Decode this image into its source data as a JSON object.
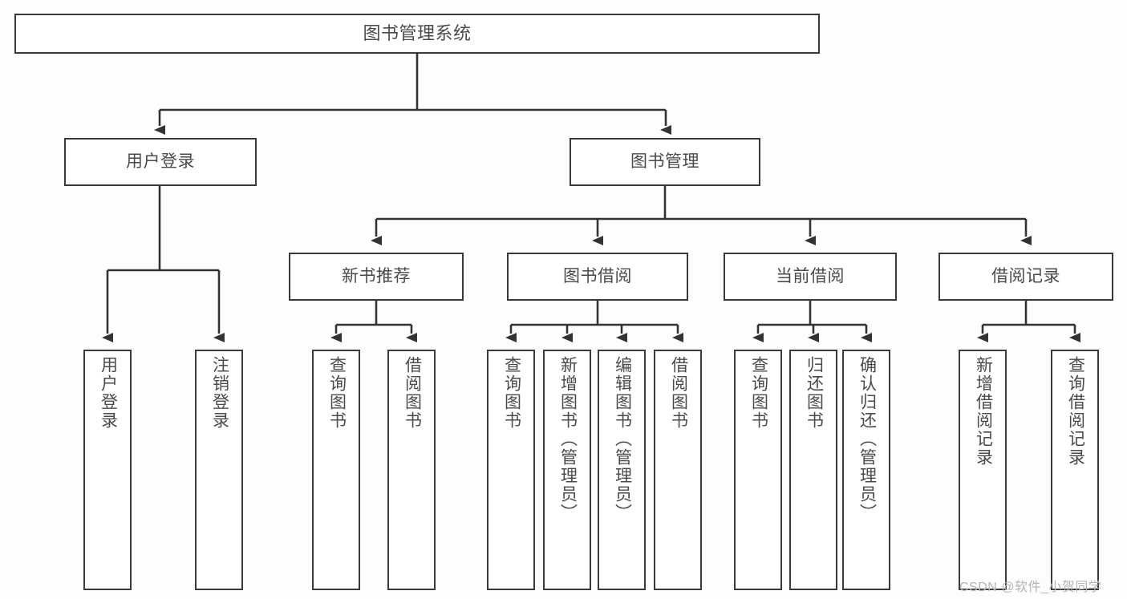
{
  "diagram": {
    "title": "图书管理系统",
    "type": "tree-hierarchy",
    "orientation": "top-down",
    "colors": {
      "background": "#fdfdfd",
      "node_fill": "#ffffff",
      "node_border": "#3a3a3a",
      "text": "#4a4a4a",
      "edge": "#333333",
      "watermark": "#b4b4b4"
    }
  },
  "root": {
    "label": "图书管理系统"
  },
  "level1": [
    {
      "id": "user-login",
      "label": "用户登录"
    },
    {
      "id": "book-management",
      "label": "图书管理"
    }
  ],
  "level2": [
    {
      "id": "new-book-recommend",
      "label": "新书推荐",
      "parent": "book-management"
    },
    {
      "id": "book-borrow",
      "label": "图书借阅",
      "parent": "book-management"
    },
    {
      "id": "current-borrow",
      "label": "当前借阅",
      "parent": "book-management"
    },
    {
      "id": "borrow-record",
      "label": "借阅记录",
      "parent": "book-management"
    }
  ],
  "leaves": {
    "user_login": [
      {
        "id": "leaf-user-login",
        "label": "用户登录"
      },
      {
        "id": "leaf-logout-login",
        "label": "注销登录"
      }
    ],
    "new_book_recommend": [
      {
        "id": "leaf-query-book-1",
        "label": "查询图书"
      },
      {
        "id": "leaf-borrow-book-1",
        "label": "借阅图书"
      }
    ],
    "book_borrow": [
      {
        "id": "leaf-query-book-2",
        "label": "查询图书"
      },
      {
        "id": "leaf-add-book",
        "label": "新增图书（管理员）"
      },
      {
        "id": "leaf-edit-book",
        "label": "编辑图书（管理员）"
      },
      {
        "id": "leaf-borrow-book-2",
        "label": "借阅图书"
      }
    ],
    "current_borrow": [
      {
        "id": "leaf-query-book-3",
        "label": "查询图书"
      },
      {
        "id": "leaf-return-book",
        "label": "归还图书"
      },
      {
        "id": "leaf-confirm-return",
        "label": "确认归还（管理员）"
      }
    ],
    "borrow_record": [
      {
        "id": "leaf-add-record",
        "label": "新增借阅记录"
      },
      {
        "id": "leaf-query-record",
        "label": "查询借阅记录"
      }
    ]
  },
  "watermark": {
    "text": "CSDN @软件_小贺同学"
  }
}
